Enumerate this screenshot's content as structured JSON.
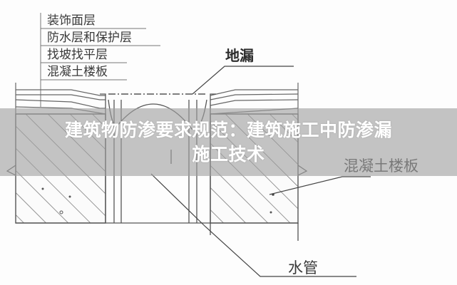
{
  "diagram": {
    "subject": "floor drain waterproofing construction detail",
    "layer_labels": [
      "装饰面层",
      "防水层和保护层",
      "找坡找平层",
      "混凝土楼板"
    ],
    "callouts": {
      "floor_drain": "地漏",
      "concrete_slab": "混凝土楼板",
      "water_pipe": "水管"
    },
    "colors": {
      "line": "#555555",
      "hatch": "#6a6a6a",
      "label_text": "#3a3a3a",
      "banner_bg": "#a0a0a0",
      "banner_text": "#ffffff"
    }
  },
  "banner": {
    "line1": "建筑物防渗要求规范：建筑施工中防渗漏",
    "line2": "施工技术"
  }
}
